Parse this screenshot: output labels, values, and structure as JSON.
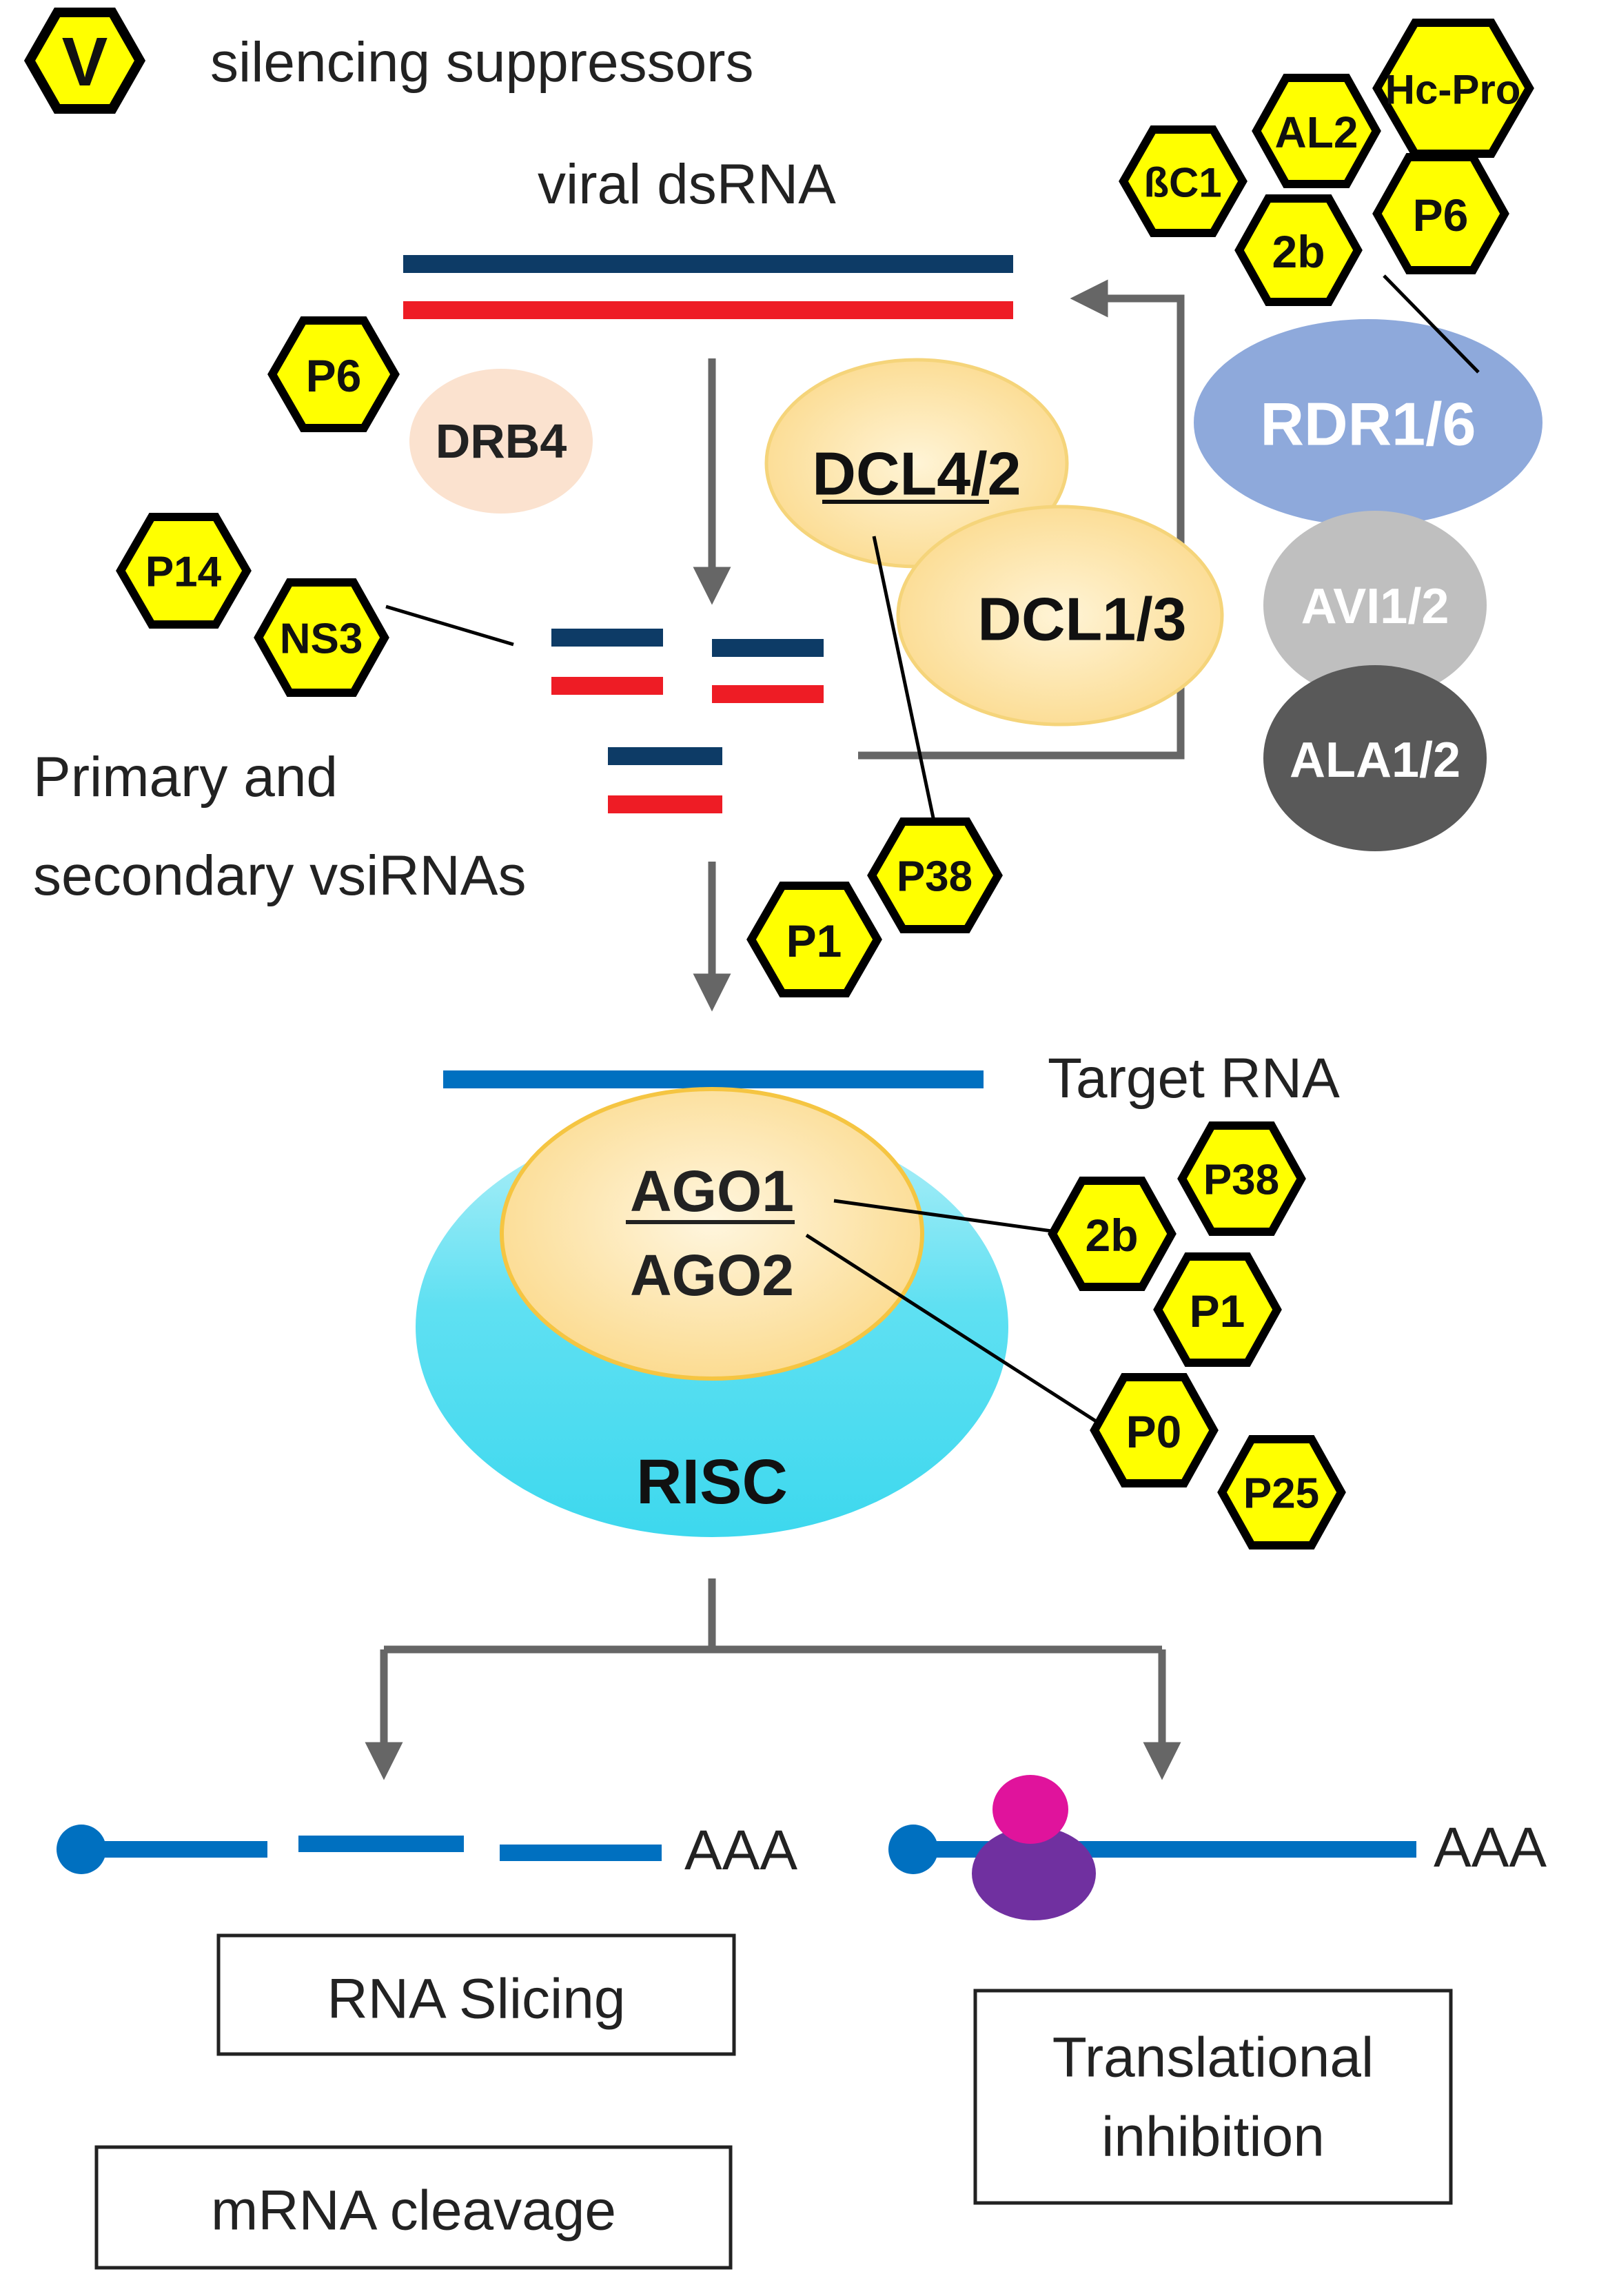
{
  "legend": {
    "symbol": "V",
    "text": "silencing suppressors"
  },
  "dsrna": {
    "label": "viral dsRNA"
  },
  "vsirnas": {
    "label_line1": "Primary and",
    "label_line2": "secondary vsiRNAs"
  },
  "target": {
    "label": "Target RNA"
  },
  "proteins": {
    "drb4": "DRB4",
    "dcl42": "DCL4/2",
    "dcl13": "DCL1/3",
    "rdr": "RDR1/6",
    "avi": "AVI1/2",
    "ala": "ALA1/2",
    "ago1": "AGO1",
    "ago2": "AGO2",
    "risc": "RISC"
  },
  "suppressors": {
    "hcpro": "Hc-Pro",
    "al2": "AL2",
    "bc1": "ßC1",
    "p6_top": "P6",
    "b2_top": "2b",
    "p6_left": "P6",
    "p14": "P14",
    "ns3": "NS3",
    "p38_mid": "P38",
    "p1_mid": "P1",
    "p38_right": "P38",
    "b2_right": "2b",
    "p1_right": "P1",
    "p0": "P0",
    "p25": "P25"
  },
  "outcomes": {
    "polyA_left": "AAA",
    "polyA_right": "AAA",
    "slicing": "RNA Slicing",
    "cleavage": "mRNA cleavage",
    "translation_line1": "Translational",
    "translation_line2": "inhibition"
  },
  "colors": {
    "hex_fill": "#ffff00",
    "dark_strand": "#0d3b66",
    "red_strand": "#ee1c25",
    "target_blue": "#0070c0",
    "dcl": "#fde7b0",
    "rdr": "#8ea9db",
    "avi": "#bfbfbf",
    "ala": "#595959",
    "risc": "#3dd8ee",
    "ribosome_top": "#e0139c",
    "ribosome_bottom": "#7030a0"
  }
}
